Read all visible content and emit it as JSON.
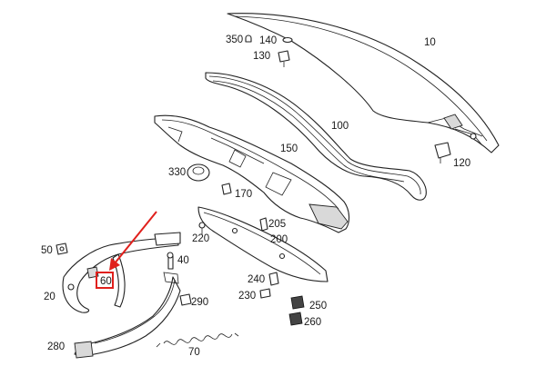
{
  "labels": {
    "p10": "10",
    "p20": "20",
    "p40": "40",
    "p50": "50",
    "p60": "60",
    "p70": "70",
    "p100": "100",
    "p120": "120",
    "p130": "130",
    "p140": "140",
    "p150": "150",
    "p170": "170",
    "p200": "200",
    "p205": "205",
    "p220": "220",
    "p230": "230",
    "p240": "240",
    "p250": "250",
    "p260": "260",
    "p280": "280",
    "p290": "290",
    "p330": "330",
    "p350": "350"
  },
  "highlight": {
    "part": "60",
    "color": "#e0201c"
  }
}
